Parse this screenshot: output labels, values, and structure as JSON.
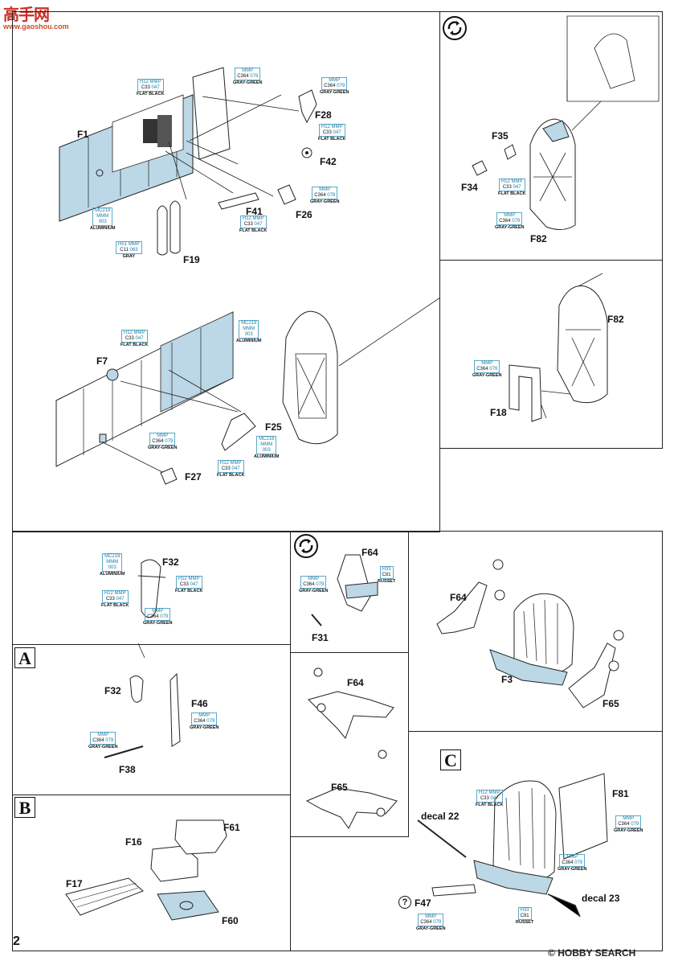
{
  "watermark_top": {
    "glyphs": "高手网",
    "url": "www.gaoshou.com"
  },
  "watermark_bottom": {
    "brand": "HOBBY SEARCH",
    "copyright": "©"
  },
  "page_number": "2",
  "step_letters": [
    "A",
    "B",
    "C"
  ],
  "parts": {
    "F1": "F1",
    "F7": "F7",
    "F19": "F19",
    "F26": "F26",
    "F28": "F28",
    "F41": "F41",
    "F42": "F42",
    "F25": "F25",
    "F27": "F27",
    "F34": "F34",
    "F35": "F35",
    "F82a": "F82",
    "F82b": "F82",
    "F18": "F18",
    "F32a": "F32",
    "F32b": "F32",
    "F46": "F46",
    "F38": "F38",
    "F64a": "F64",
    "F64b": "F64",
    "F64c": "F64",
    "F31": "F31",
    "F3": "F3",
    "F65a": "F65",
    "F65b": "F65",
    "F16": "F16",
    "F61": "F61",
    "F17": "F17",
    "F60": "F60",
    "F81": "F81",
    "decal22": "decal 22",
    "decal23": "decal 23",
    "F47": "F47",
    "help": "?"
  },
  "colors": {
    "flat_black": {
      "maker": "H12",
      "mmp": "MMP",
      "c": "C33",
      "num": "047",
      "name": "FLAT BLACK"
    },
    "gray_green": {
      "mmp": "MMP",
      "c": "C364",
      "num": "079",
      "name": "GRAY-GREEN"
    },
    "aluminium": {
      "mc": "MC218",
      "mmm": "MMM",
      "num": "003",
      "name": "ALUMINIUM"
    },
    "gray": {
      "maker": "H51",
      "mmp": "MMP",
      "c": "C11",
      "num": "063",
      "name": "GRAY"
    },
    "russet": {
      "maker": "H33",
      "c": "C81",
      "name": "RUSSET"
    }
  },
  "accent": {
    "part_blue": "#bcd8e6",
    "callout_blue": "#5aa9c9",
    "line": "#222222"
  }
}
